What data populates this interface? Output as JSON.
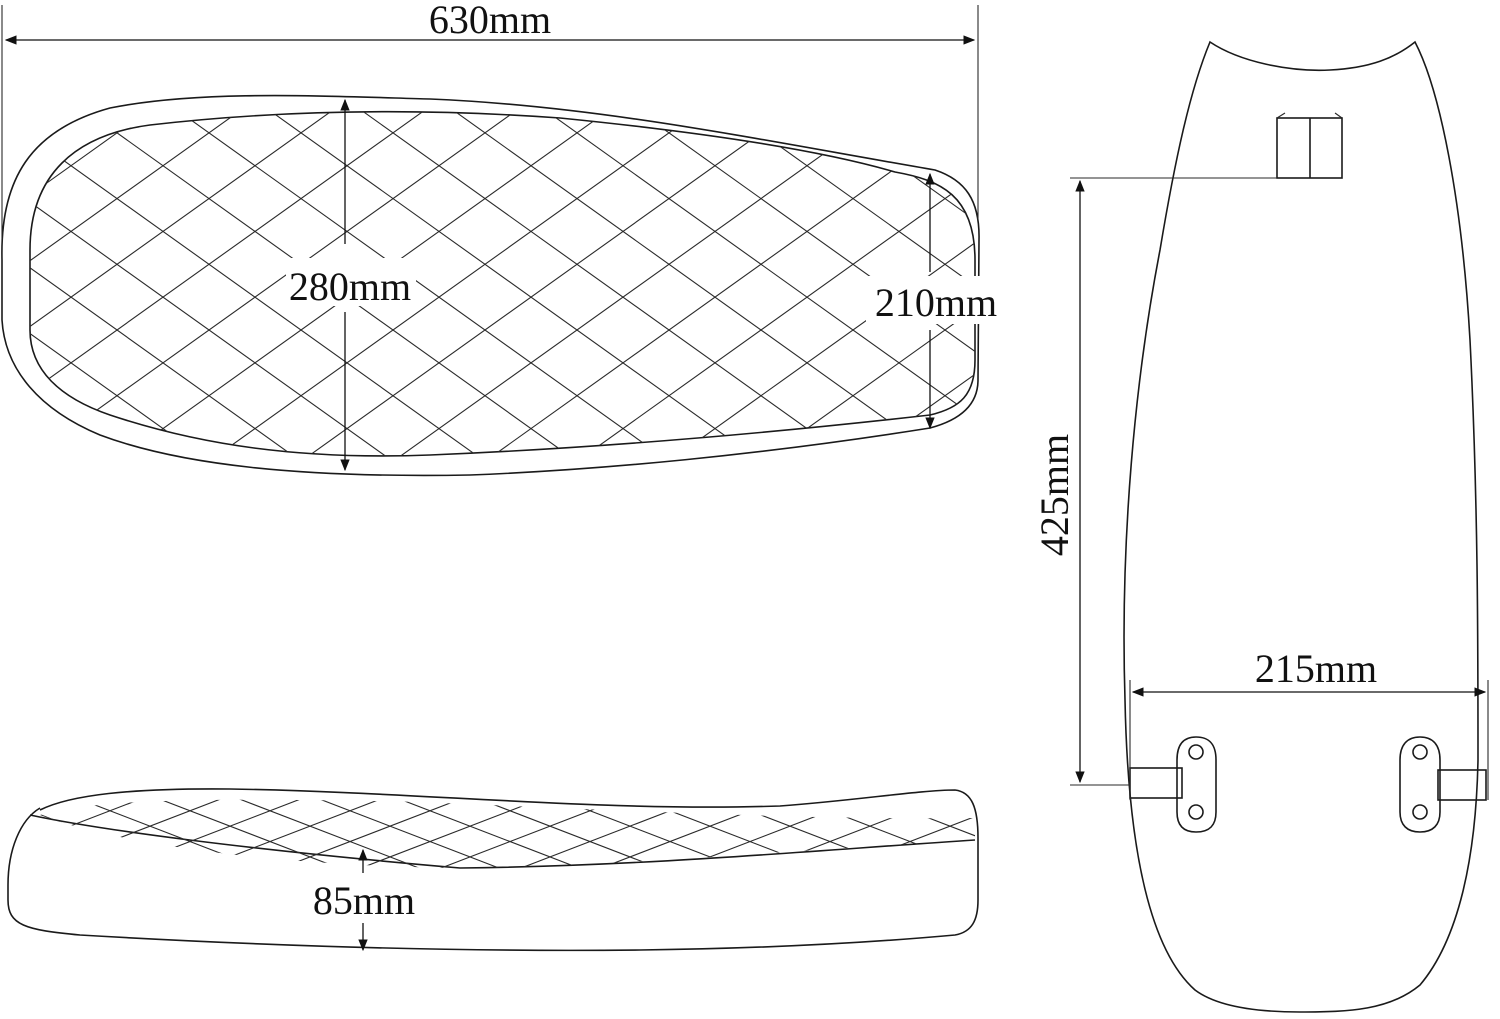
{
  "dimensions": {
    "overall_length": "630mm",
    "front_width": "280mm",
    "rear_width": "210mm",
    "seat_height": "85mm",
    "base_length": "425mm",
    "bracket_spacing": "215mm"
  }
}
